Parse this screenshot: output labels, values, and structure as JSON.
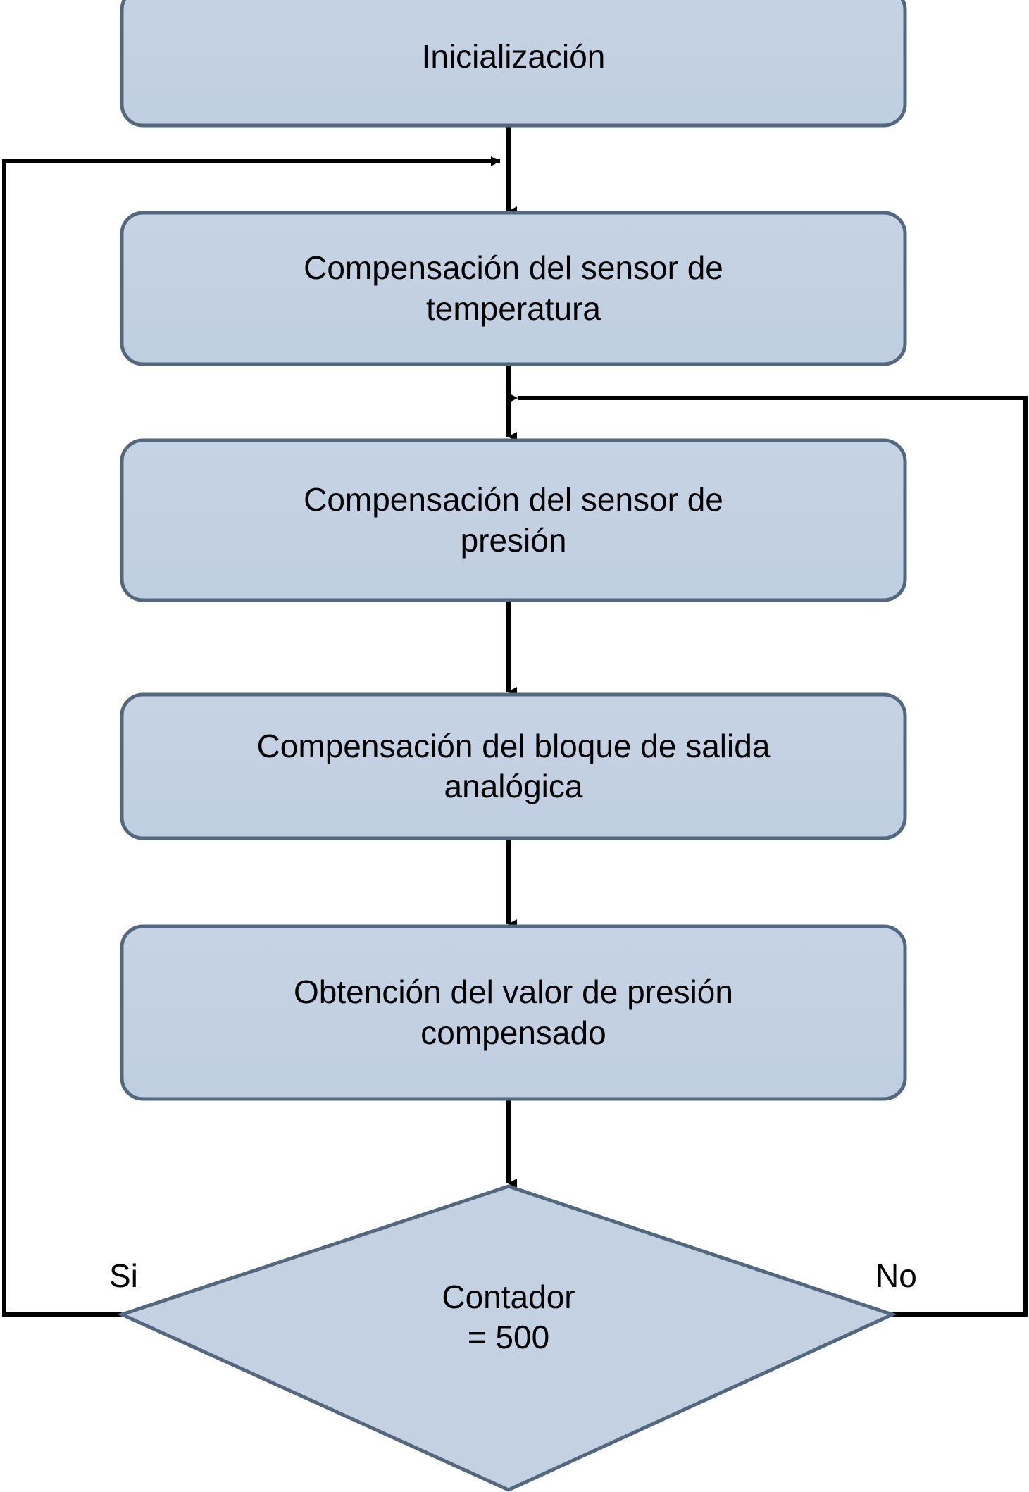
{
  "diagram": {
    "type": "flowchart",
    "language": "es",
    "orientation": "top-to-bottom",
    "colors": {
      "node_fill": "#c3d1e3",
      "node_stroke": "#53687e",
      "decision_fill": "#c3d1e3",
      "decision_stroke": "#53687e",
      "connector": "#000000",
      "background": "#ffffff",
      "text": "#000000"
    },
    "nodes": [
      {
        "id": "init",
        "shape": "rounded-rectangle",
        "label": "Inicialización"
      },
      {
        "id": "temp-comp",
        "shape": "rounded-rectangle",
        "label": "Compensación del sensor de\ntemperatura"
      },
      {
        "id": "pressure-comp",
        "shape": "rounded-rectangle",
        "label": "Compensación del sensor de\npresión"
      },
      {
        "id": "analog-output-comp",
        "shape": "rounded-rectangle",
        "label": "Compensación del bloque de salida\nanalógica"
      },
      {
        "id": "pressure-value",
        "shape": "rounded-rectangle",
        "label": "Obtención del valor de presión\ncompensado"
      },
      {
        "id": "counter-decision",
        "shape": "diamond",
        "label": "Contador\n= 500"
      }
    ],
    "branches": {
      "yes_label": "Si",
      "no_label": "No"
    },
    "edges": [
      {
        "from": "init",
        "to": "temp-comp",
        "label": ""
      },
      {
        "from": "temp-comp",
        "to": "pressure-comp",
        "label": ""
      },
      {
        "from": "pressure-comp",
        "to": "analog-output-comp",
        "label": ""
      },
      {
        "from": "analog-output-comp",
        "to": "pressure-value",
        "label": ""
      },
      {
        "from": "pressure-value",
        "to": "counter-decision",
        "label": ""
      },
      {
        "from": "counter-decision",
        "to": "temp-comp",
        "label": "Si"
      },
      {
        "from": "counter-decision",
        "to": "pressure-comp",
        "label": "No"
      }
    ]
  }
}
